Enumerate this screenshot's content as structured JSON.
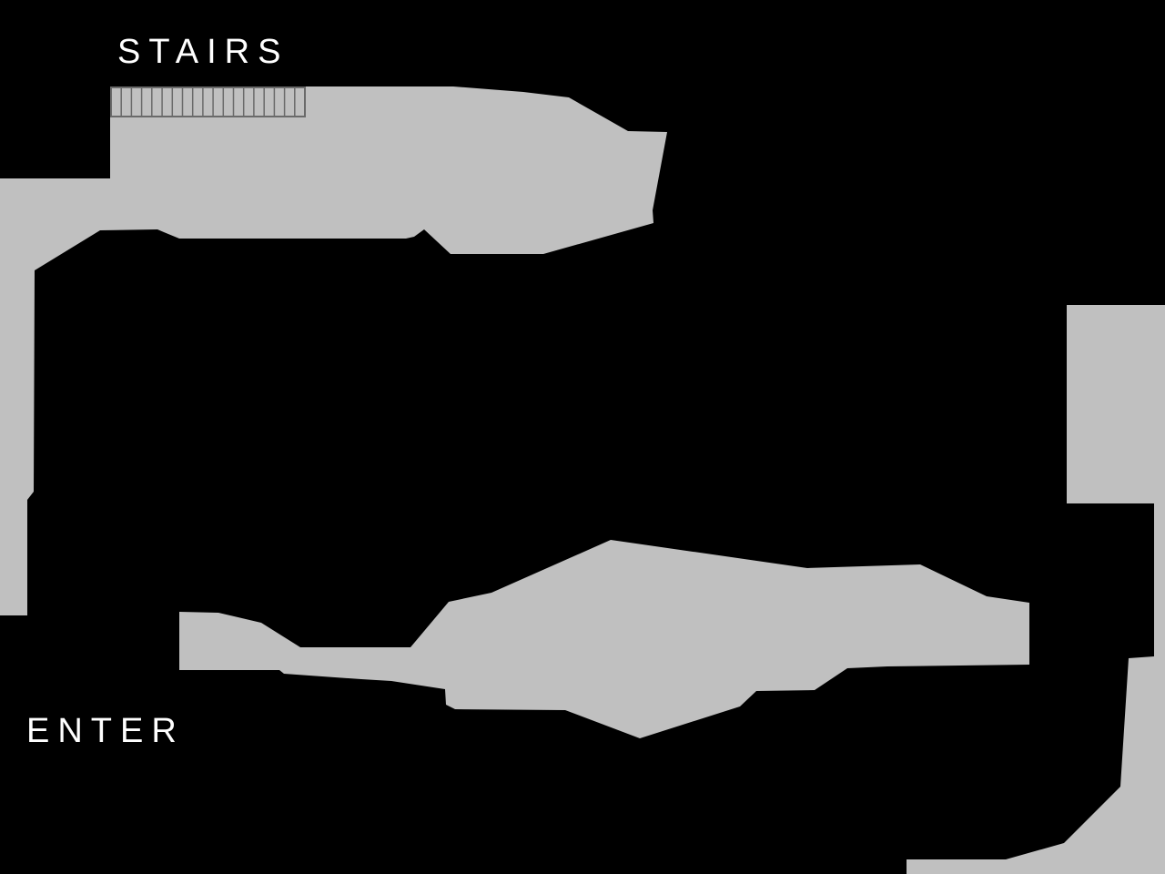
{
  "labels": {
    "stairs": "STAIRS",
    "enter": "ENTER"
  },
  "colors": {
    "background": "#000000",
    "floor": "#c0c0c0",
    "stairs_outline": "#6a6a6a",
    "label_text": "#ffffff"
  },
  "stairs": {
    "step_count": 19
  }
}
